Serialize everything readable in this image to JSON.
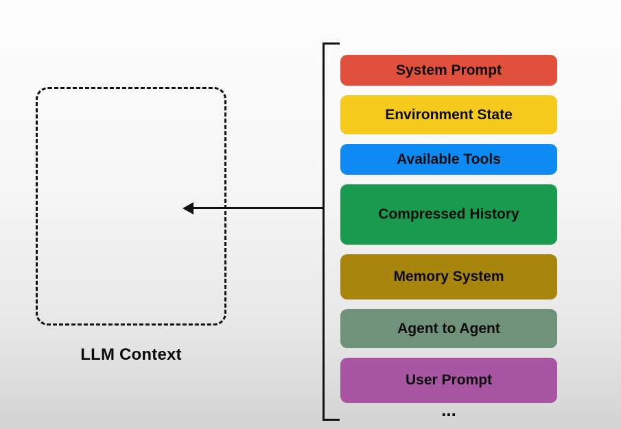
{
  "diagram": {
    "context_label": "LLM Context",
    "ellipsis": "...",
    "boxes": [
      {
        "label": "System Prompt",
        "color": "#E0503A"
      },
      {
        "label": "Environment State",
        "color": "#F6C91D"
      },
      {
        "label": "Available Tools",
        "color": "#0D8BF2"
      },
      {
        "label": "Compressed History",
        "color": "#189B4F"
      },
      {
        "label": "Memory System",
        "color": "#A8850C"
      },
      {
        "label": "Agent to Agent",
        "color": "#71927A"
      },
      {
        "label": "User Prompt",
        "color": "#A855A2"
      }
    ]
  }
}
